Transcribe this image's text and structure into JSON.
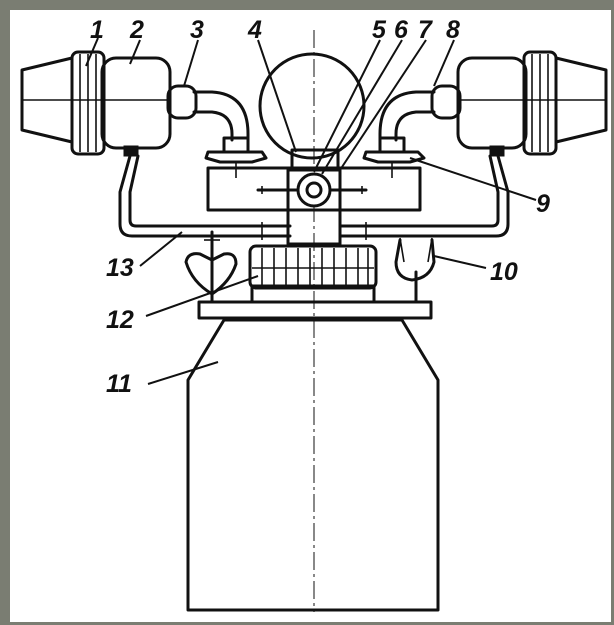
{
  "labels": [
    "1",
    "2",
    "3",
    "4",
    "5",
    "6",
    "7",
    "8",
    "9",
    "10",
    "11",
    "12",
    "13"
  ],
  "colors": {
    "background": "#7a7d72",
    "paper": "#ffffff",
    "ink": "#111111"
  }
}
